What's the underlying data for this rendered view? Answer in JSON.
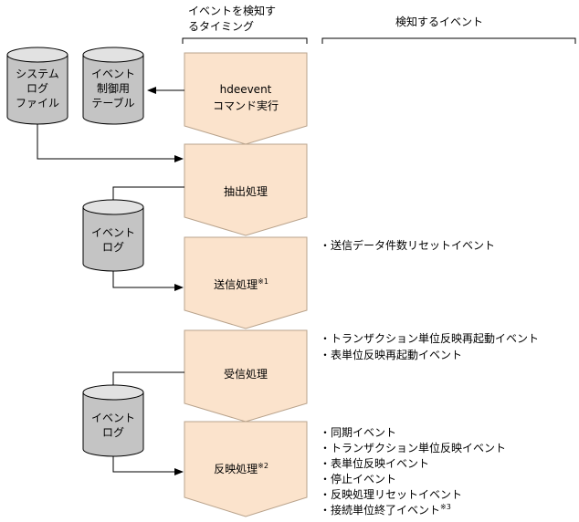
{
  "header": {
    "timing_line1": "イベントを検知す",
    "timing_line2": "るタイミング",
    "events": "検知するイベント"
  },
  "storage": {
    "system_log": [
      "システム",
      "ログ",
      "ファイル"
    ],
    "event_table": [
      "イベント",
      "制御用",
      "テーブル"
    ],
    "event_log_1": [
      "イベント",
      "ログ"
    ],
    "event_log_2": [
      "イベント",
      "ログ"
    ]
  },
  "steps": [
    {
      "lines": [
        "hdeevent",
        "コマンド実行"
      ],
      "note": ""
    },
    {
      "lines": [
        "抽出処理"
      ],
      "note": ""
    },
    {
      "lines": [
        "送信処理"
      ],
      "note": "※1"
    },
    {
      "lines": [
        "受信処理"
      ],
      "note": ""
    },
    {
      "lines": [
        "反映処理"
      ],
      "note": "※2"
    }
  ],
  "event_groups": [
    {
      "step": 2,
      "items": [
        {
          "text": "・送信データ件数リセットイベント",
          "note": ""
        }
      ]
    },
    {
      "step": 3,
      "items": [
        {
          "text": "・トランザクション単位反映再起動イベント",
          "note": ""
        },
        {
          "text": "・表単位反映再起動イベント",
          "note": ""
        }
      ]
    },
    {
      "step": 4,
      "items": [
        {
          "text": "・同期イベント",
          "note": ""
        },
        {
          "text": "・トランザクション単位反映イベント",
          "note": ""
        },
        {
          "text": "・表単位反映イベント",
          "note": ""
        },
        {
          "text": "・停止イベント",
          "note": ""
        },
        {
          "text": "・反映処理リセットイベント",
          "note": ""
        },
        {
          "text": "・接続単位終了イベント",
          "note": "※3"
        }
      ]
    }
  ],
  "colors": {
    "step_fill": "#fbe3cc",
    "step_stroke": "#b9a38c",
    "cylinder_side": "#c4c4c4",
    "cylinder_top": "#e2e2e2",
    "line": "#000000"
  }
}
